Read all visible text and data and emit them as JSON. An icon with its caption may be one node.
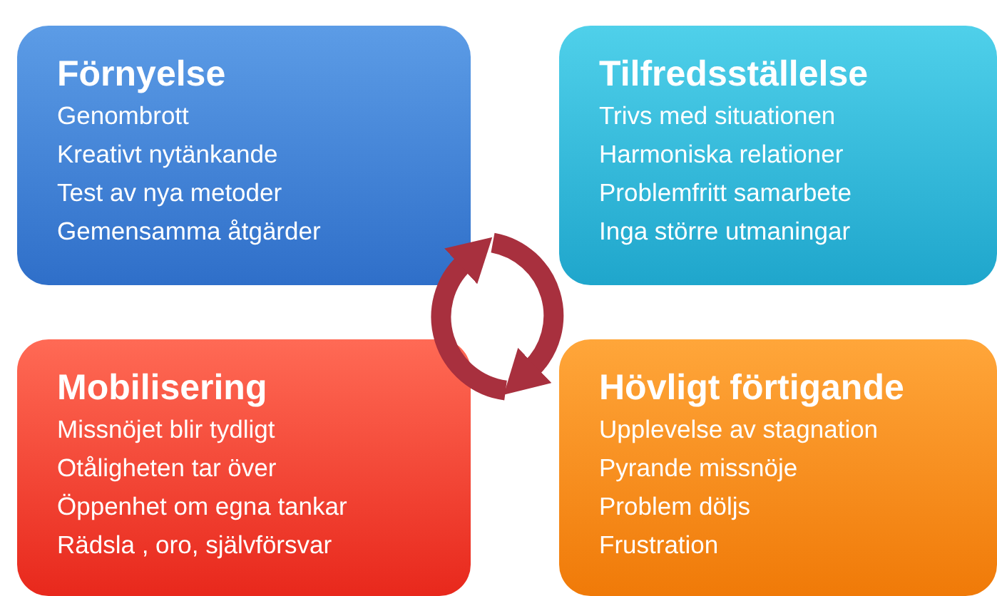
{
  "diagram": {
    "nodes": [
      {
        "text": [
          "Förnyelse",
          "Genombrott",
          "Kreativt nytänkande",
          "Test av nya metoder",
          "Gemensamma åtgärder"
        ]
      },
      {
        "text": [
          "Tilfredsställelse",
          "Trivs med situationen",
          "Harmoniska relationer",
          "Problemfritt samarbete",
          "Inga större utmaningar"
        ]
      },
      {
        "text": [
          "Mobilisering",
          "Missnöjet blir tydligt",
          "Otåligheten tar över",
          "Öppenhet om egna tankar",
          "Rädsla , oro, självförsvar"
        ]
      },
      {
        "text": [
          "Hövligt förtigande",
          "Upplevelse av stagnation",
          "Pyrande missnöje",
          "Problem döljs",
          "Frustration"
        ]
      }
    ]
  }
}
